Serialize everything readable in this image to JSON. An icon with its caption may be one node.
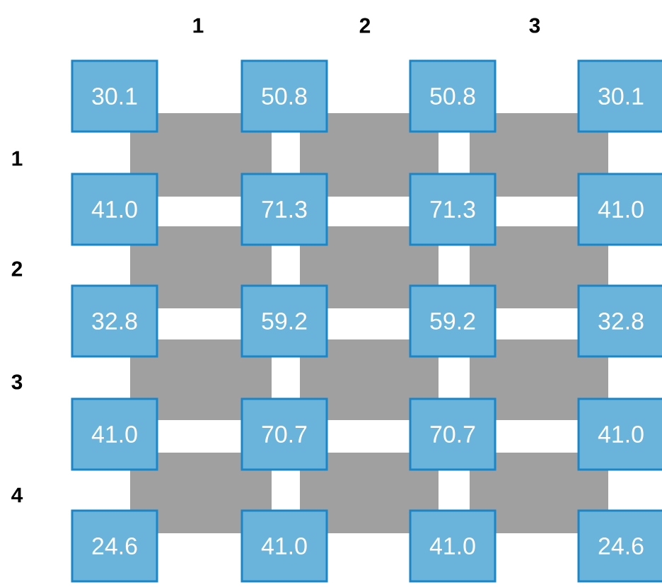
{
  "diagram": {
    "nodes": [
      {
        "text": [
          "30.1"
        ]
      },
      {
        "text": [
          "50.8"
        ]
      },
      {
        "text": [
          "50.8"
        ]
      },
      {
        "text": [
          "30.1"
        ]
      },
      {
        "text": [
          "41.0"
        ]
      },
      {
        "text": [
          "71.3"
        ]
      },
      {
        "text": [
          "71.3"
        ]
      },
      {
        "text": [
          "41.0"
        ]
      },
      {
        "text": [
          "32.8"
        ]
      },
      {
        "text": [
          "59.2"
        ]
      },
      {
        "text": [
          "59.2"
        ]
      },
      {
        "text": [
          "32.8"
        ]
      },
      {
        "text": [
          "41.0"
        ]
      },
      {
        "text": [
          "70.7"
        ]
      },
      {
        "text": [
          "70.7"
        ]
      },
      {
        "text": [
          "41.0"
        ]
      },
      {
        "text": [
          "24.6"
        ]
      },
      {
        "text": [
          "41.0"
        ]
      },
      {
        "text": [
          "41.0"
        ]
      },
      {
        "text": [
          "24.6"
        ]
      }
    ],
    "labels": [
      "1",
      "2",
      "3",
      "1",
      "2",
      "3",
      "4"
    ]
  }
}
